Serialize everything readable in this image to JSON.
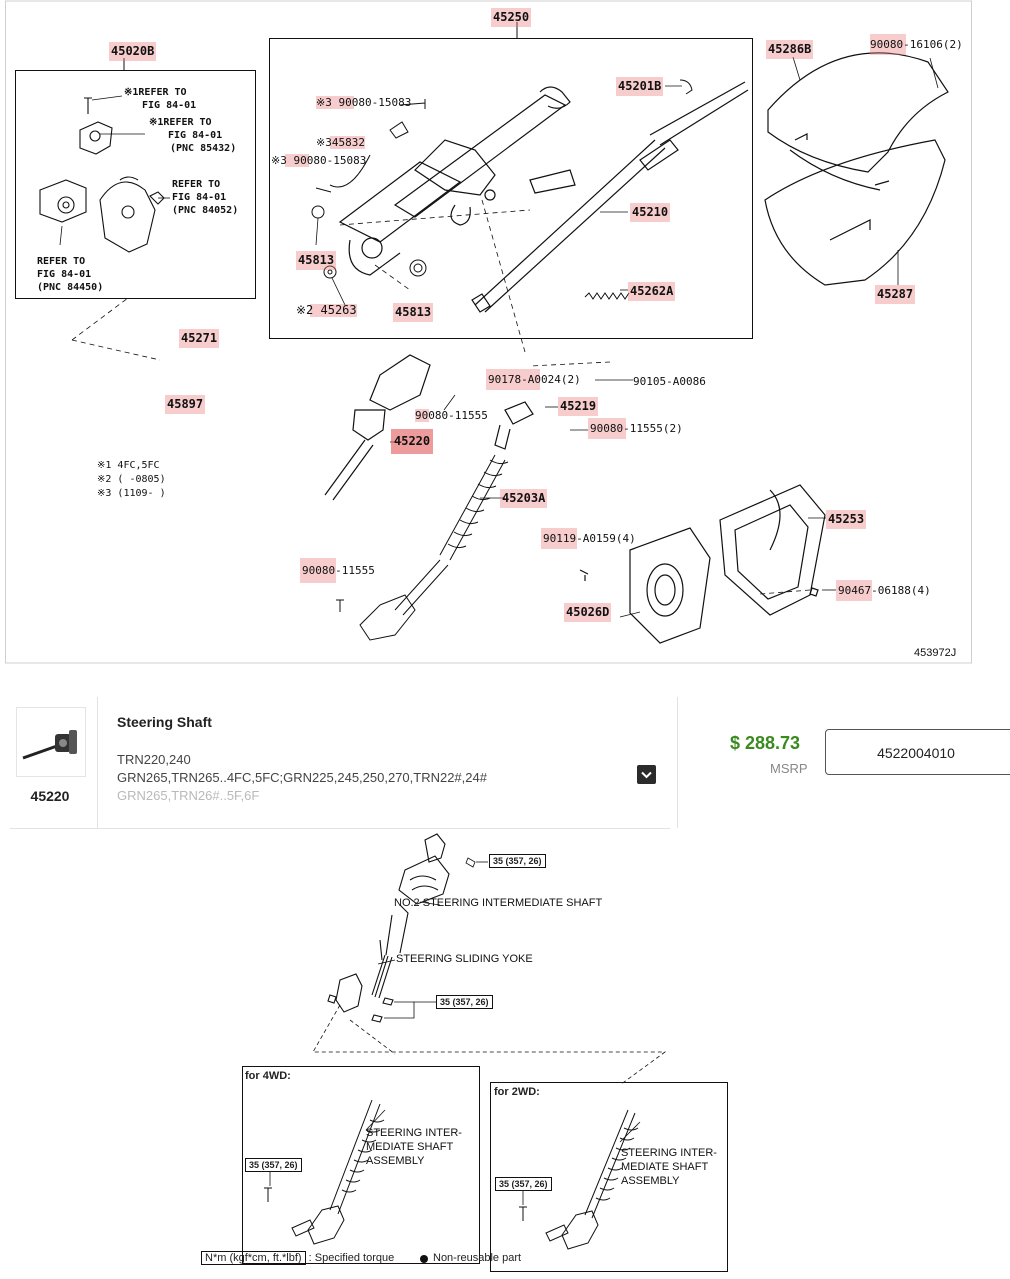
{
  "diagram": {
    "labels": {
      "l45020B": "45020B",
      "ref1": "※1REFER TO",
      "ref1b": "FIG 84-01",
      "ref2": "※1REFER TO",
      "ref2b": "FIG 84-01",
      "ref2c": "(PNC 85432)",
      "ref3": "REFER TO",
      "ref3b": "FIG 84-01",
      "ref3c": "(PNC 84052)",
      "ref4": "REFER TO",
      "ref4b": "FIG 84-01",
      "ref4c": "(PNC 84450)",
      "l45271": "45271",
      "l45897": "45897",
      "note1": "※1 4FC,5FC",
      "note2": "※2 (     -0805)",
      "note3": "※3 (1109-     )",
      "l45250": "45250",
      "l9008015083a": "※3 90080-15083",
      "l45832": "※345832",
      "l9008015083b": "※3 90080-15083",
      "l45813a": "45813",
      "l45263": "※2 45263",
      "l45813b": "45813",
      "l45201B": "45201B",
      "l45210": "45210",
      "l45262A": "45262A",
      "l45286B": "45286B",
      "l9008016106": "90080-16106(2)",
      "l45287": "45287",
      "l90178": "90178-A0024(2)",
      "l90105": "90105-A0086",
      "l9008011555a": "90080-11555",
      "l45220": "45220",
      "l45219": "45219",
      "l9008011555b": "90080-11555(2)",
      "l45203A": "45203A",
      "l90119": "90119-A0159(4)",
      "l45253": "45253",
      "l9008011555c": "90080-11555",
      "l45026D": "45026D",
      "l90467": "90467-06188(4)",
      "code": "453972J"
    }
  },
  "part": {
    "number": "45220",
    "name": "Steering Shaft",
    "fitment": [
      "TRN220,240",
      "GRN265,TRN265..4FC,5FC;GRN225,245,250,270,TRN22#,24#",
      "GRN265,TRN26#..5F,6F"
    ],
    "price": "$ 288.73",
    "price_label": "MSRP",
    "oem_number": "4522004010"
  },
  "assembly": {
    "torque": "35 (357, 26)",
    "upper_shaft": "NO.2 STEERING INTERMEDIATE SHAFT",
    "sliding_yoke": "STEERING SLIDING YOKE",
    "box_4wd": "for 4WD:",
    "box_2wd": "for 2WD:",
    "assembly_4wd": [
      "STEERING INTER-",
      "MEDIATE SHAFT",
      "ASSEMBLY"
    ],
    "assembly_2wd": [
      "STEERING INTER-",
      "MEDIATE SHAFT",
      "ASSEMBLY"
    ],
    "legend_units": "N*m (kgf*cm, ft.*lbf)",
    "legend_torque": ": Specified torque",
    "legend_nonreusable": "Non-reusable part"
  },
  "colors": {
    "highlight": "#e87878",
    "price": "#3a8a1f"
  }
}
